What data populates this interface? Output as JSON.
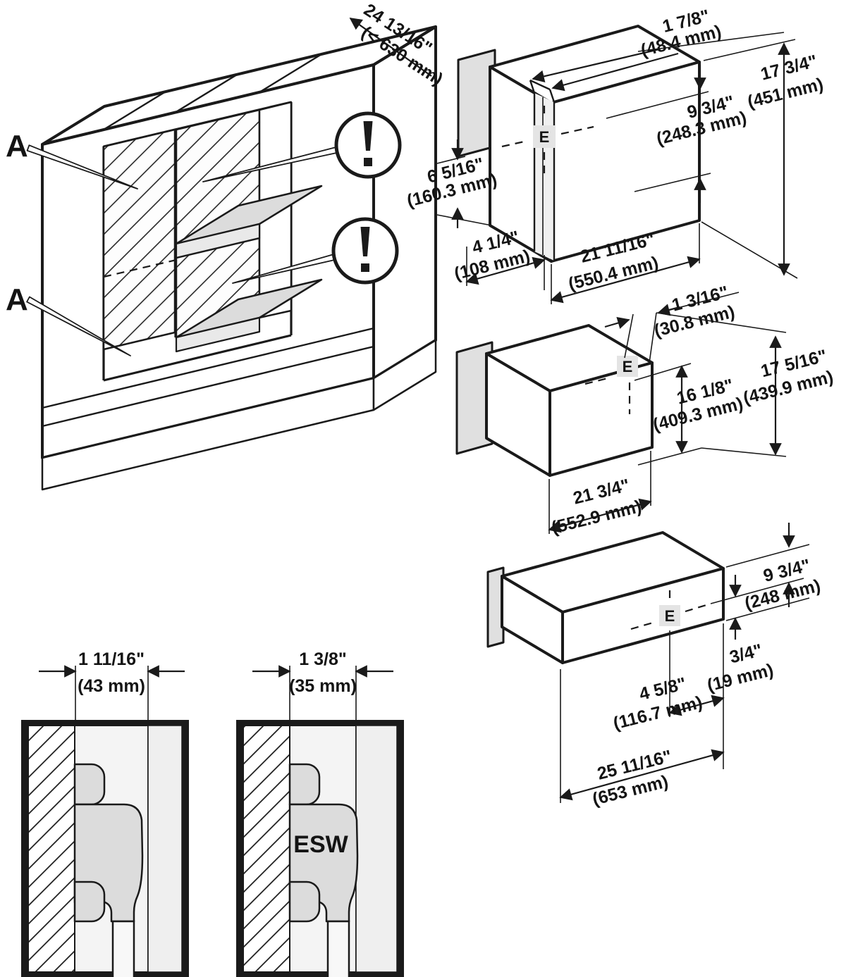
{
  "diagram": {
    "title": "built-in appliance installation dimensions",
    "cabinet": {
      "section_label_top": "A",
      "section_label_bottom": "A",
      "warning_glyph": "!",
      "depth_dim": {
        "in": "24 13/16\"",
        "mm": "(< 630 mm)"
      }
    },
    "compartment_tall": {
      "connection_label": "E",
      "channel_width": {
        "in": "1 7/8\"",
        "mm": "(48.4 mm)"
      },
      "niche_height": {
        "in": "17 3/4\"",
        "mm": "(451 mm)"
      },
      "connection_height": {
        "in": "9 3/4\"",
        "mm": "(248.3 mm)"
      },
      "left_offset": {
        "in": "6 5/16\"",
        "mm": "(160.3 mm)"
      },
      "front_offset": {
        "in": "4 1/4\"",
        "mm": "(108 mm)"
      },
      "depth": {
        "in": "21 11/16\"",
        "mm": "(550.4 mm)"
      }
    },
    "compartment_mid": {
      "connection_label": "E",
      "top_offset": {
        "in": "1 3/16\"",
        "mm": "(30.8 mm)"
      },
      "connection_height": {
        "in": "16 1/8\"",
        "mm": "(409.3 mm)"
      },
      "niche_height": {
        "in": "17 5/16\"",
        "mm": "(439.9 mm)"
      },
      "depth": {
        "in": "21 3/4\"",
        "mm": "(552.9 mm)"
      }
    },
    "drawer": {
      "connection_label": "E",
      "height": {
        "in": "9 3/4\"",
        "mm": "(248 mm)"
      },
      "bottom_offset": {
        "in": "3/4\"",
        "mm": "(19 mm)"
      },
      "connection_offset": {
        "in": "4 5/8\"",
        "mm": "(116.7 mm)"
      },
      "depth": {
        "in": "25 11/16\"",
        "mm": "(653 mm)"
      }
    },
    "section_a": {
      "gap": {
        "in": "1 11/16\"",
        "mm": "(43 mm)"
      }
    },
    "section_b": {
      "gap": {
        "in": "1 3/8\"",
        "mm": "(35 mm)"
      },
      "plug_label": "ESW"
    },
    "colors": {
      "line": "#1a1a1a",
      "shade": "#dcdcdc",
      "chip": "#e4e4e4"
    }
  }
}
